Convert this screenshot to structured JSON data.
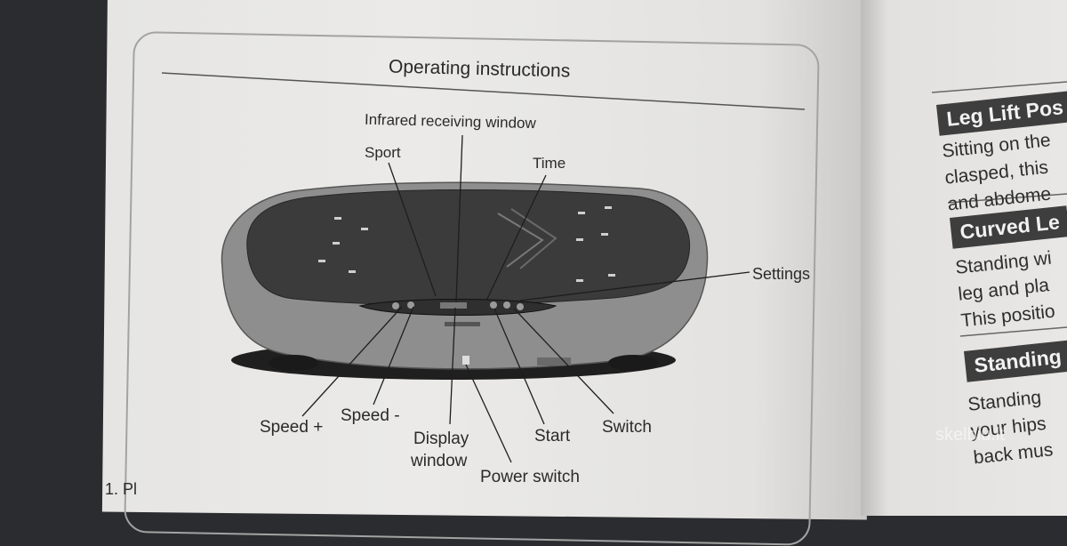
{
  "title": "Operating instructions",
  "labels": {
    "infrared": "Infrared receiving window",
    "sport": "Sport",
    "time": "Time",
    "settings": "Settings",
    "speed_plus": "Speed +",
    "speed_minus": "Speed -",
    "display_line1": "Display",
    "display_line2": "window",
    "start": "Start",
    "switch": "Switch",
    "power_switch": "Power switch"
  },
  "right_page": {
    "sections": [
      {
        "heading": "Leg Lift Pos",
        "body": "Sitting on the\nclasped, this\nand abdome"
      },
      {
        "heading": "Curved Le",
        "body": "Standing wi\nleg and pla\nThis positio"
      },
      {
        "heading": "Standing",
        "body": "Standing\nyour hips\nback mus"
      }
    ]
  },
  "watermark": "skelbiu.lt",
  "bottom_text": "1. Pl",
  "colors": {
    "page": "#ebeae8",
    "ink": "#2a2a2a",
    "device_top": "#3a3a3a",
    "device_body": "#8f8f8f"
  }
}
